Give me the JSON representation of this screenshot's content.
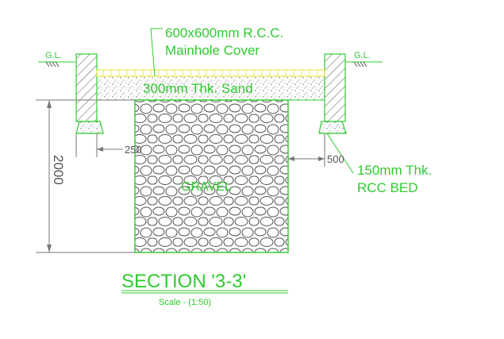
{
  "drawing": {
    "ground_level_left": "G.L.",
    "ground_level_right": "G.L.",
    "cover_label_line1": "600x600mm R.C.C.",
    "cover_label_line2": "Mainhole Cover",
    "sand_label": "300mm Thk. Sand",
    "gravel_label": "GRAVEL",
    "bed_label_line1": "150mm Thk.",
    "bed_label_line2": "RCC BED",
    "dim_depth": "2000",
    "dim_left_offset": "250",
    "dim_right_offset": "500",
    "title": "SECTION '3-3'",
    "scale": "Scale - (1:50)"
  },
  "colors": {
    "line_green": "#2ecc2e",
    "cover_yellow": "#e8e84a",
    "hatch_grey": "#555555",
    "dim_grey": "#777777"
  }
}
